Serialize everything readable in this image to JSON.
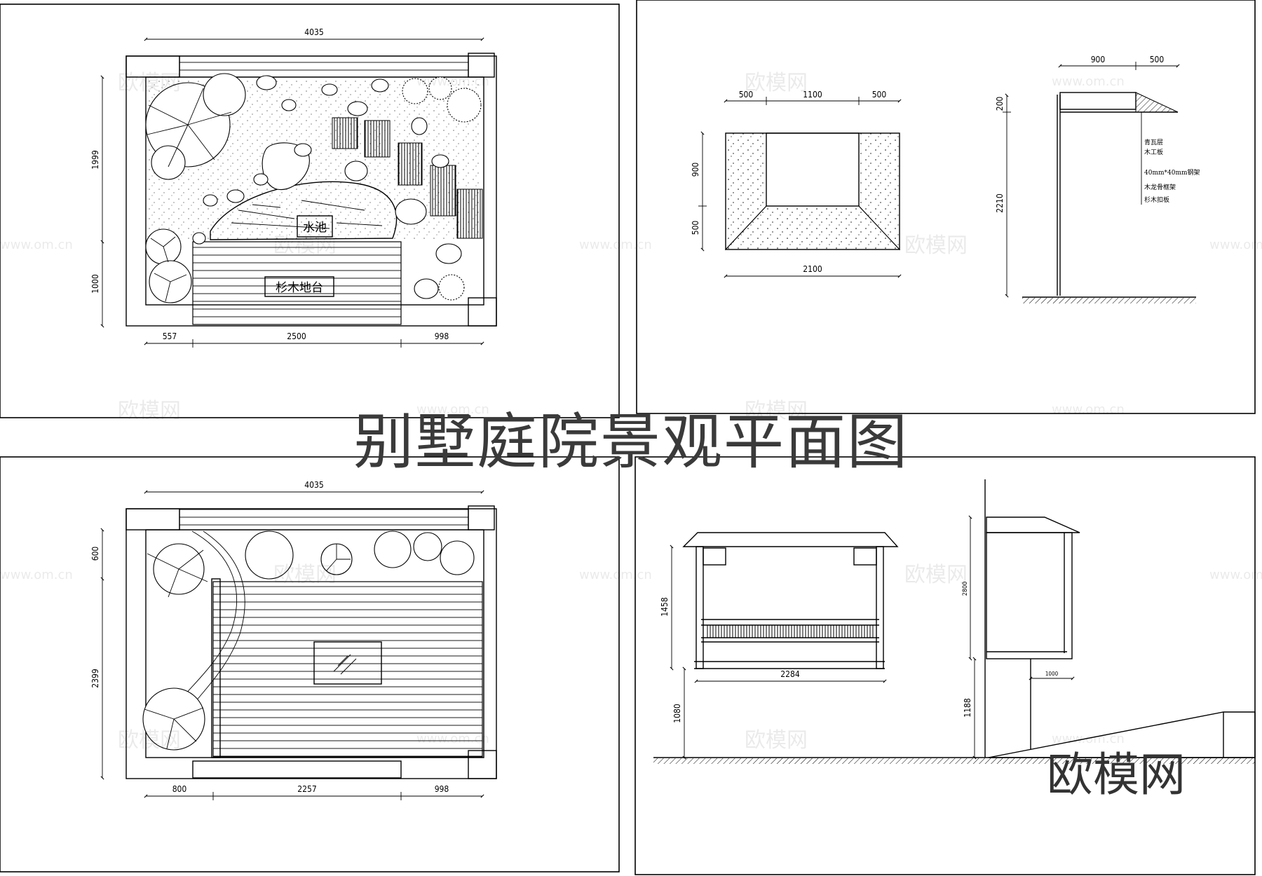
{
  "title": "别墅庭院景观平面图",
  "logo": "欧模网",
  "watermark": {
    "cn": "欧模网",
    "url": "www.om.cn"
  },
  "panel1": {
    "dims": {
      "top": "4035",
      "left_upper": "1999",
      "left_lower": "1000",
      "bottom_1": "557",
      "bottom_2": "2500",
      "bottom_3": "998"
    },
    "labels": {
      "pond": "水池",
      "deck": "杉木地台"
    }
  },
  "panel2": {
    "plan_dims": {
      "top_1": "500",
      "top_2": "1100",
      "top_3": "500",
      "left_1": "900",
      "left_2": "500",
      "bottom": "2100"
    },
    "section_dims": {
      "top_1": "900",
      "top_2": "500",
      "left_1": "200",
      "left_2": "2210"
    },
    "notes": [
      "青瓦层",
      "木工板",
      "40mm*40mm钢架",
      "木龙骨框架",
      "杉木扣板"
    ]
  },
  "panel3": {
    "dims": {
      "top": "4035",
      "left_upper": "600",
      "left_lower": "2399",
      "bottom_1": "800",
      "bottom_2": "2257",
      "bottom_3": "998"
    }
  },
  "panel4": {
    "dims": {
      "front_h": "1458",
      "front_w": "2284",
      "front_base": "1080",
      "side_h": "2800",
      "side_w": "1000",
      "side_base": "1188"
    }
  }
}
